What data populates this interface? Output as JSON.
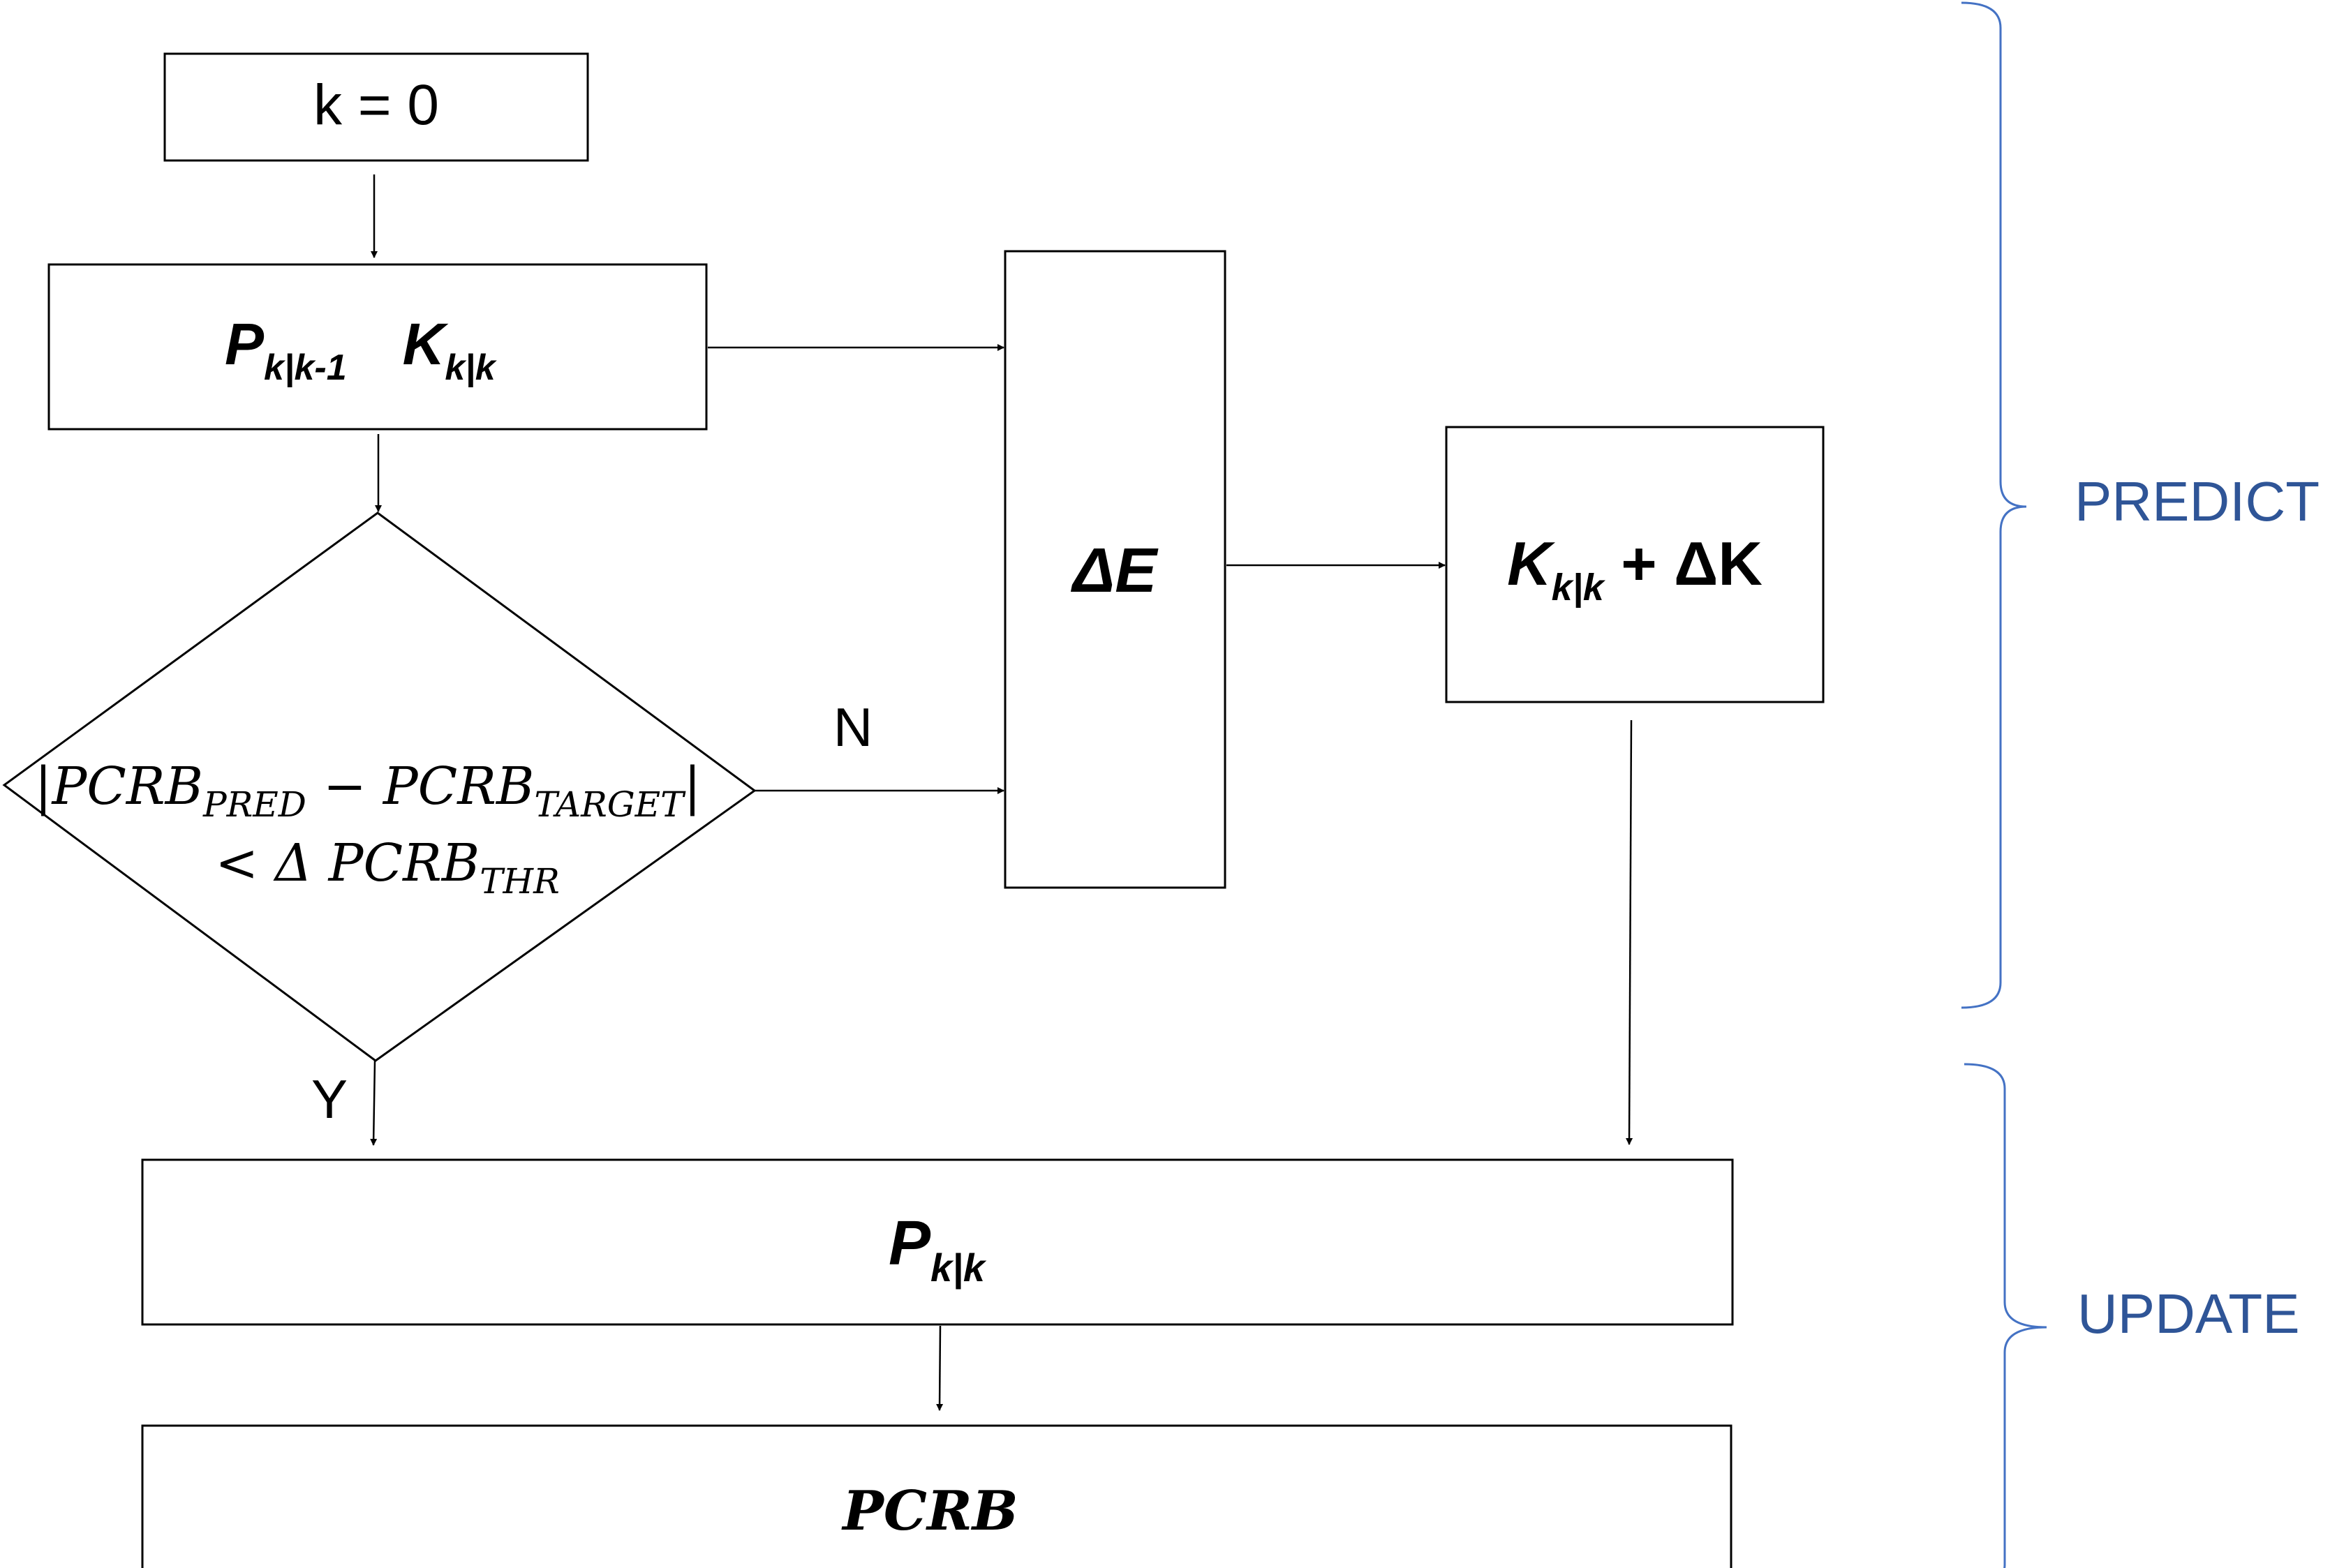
{
  "nodes": {
    "init": {
      "text": "k = 0"
    },
    "predict": {
      "p": "P",
      "p_sub": "k|k-1",
      "k": "K",
      "k_sub": "k|k"
    },
    "decision": {
      "line1_a": "PCRB",
      "line1_a_sub": "PRED",
      "minus": "−",
      "line1_b": "PCRB",
      "line1_b_sub": "TARGET",
      "line2_prefix": "< Δ PCRB",
      "line2_sub": "THR"
    },
    "delta_e": {
      "text": "ΔE"
    },
    "k_update": {
      "k": "K",
      "k_sub": "k|k",
      "suffix": " + ΔK"
    },
    "p_update": {
      "p": "P",
      "p_sub": "k|k"
    },
    "pcrb": {
      "text": "PCRB"
    }
  },
  "edge_labels": {
    "no": "N",
    "yes": "Y"
  },
  "phases": {
    "predict": "PREDICT",
    "update": "UPDATE"
  },
  "colors": {
    "phase_text": "#2f5597",
    "brace": "#4472c4",
    "stroke": "#000000"
  }
}
